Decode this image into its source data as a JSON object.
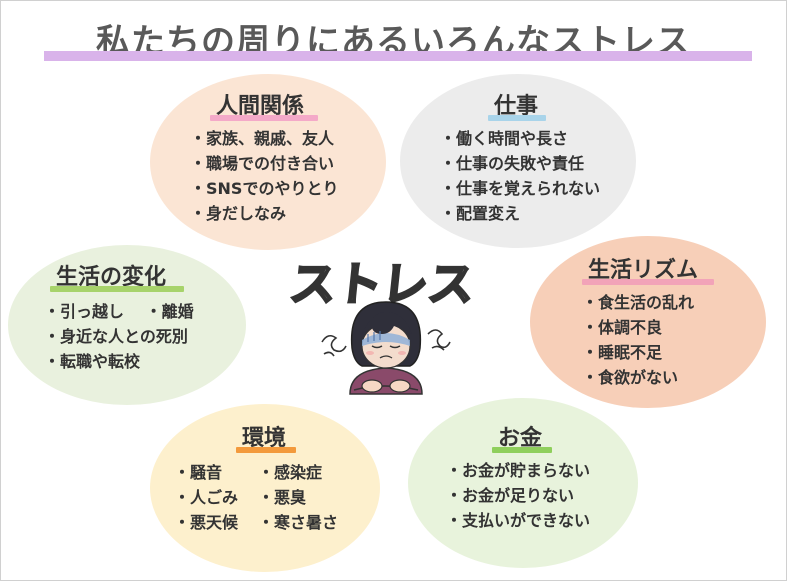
{
  "title": "私たちの周りにあるいろんなストレス",
  "center_text": "ストレス",
  "colors": {
    "title_bar": "#d9b3ea",
    "human_underline": "#f4a9c8",
    "work_underline": "#a9d4ea",
    "life_underline": "#a7d36b",
    "rhythm_underline": "#f2a3b8",
    "env_underline": "#f39a3c",
    "money_underline": "#8fcf5c"
  },
  "bubbles": {
    "human": {
      "label": "人間関係",
      "items": [
        "・家族、親戚、友人",
        "・職場での付き合い",
        "・SNSでのやりとり",
        "・身だしなみ"
      ]
    },
    "work": {
      "label": "仕事",
      "items": [
        "・働く時間や長さ",
        "・仕事の失敗や責任",
        "・仕事を覚えられない",
        "・配置変え"
      ]
    },
    "life": {
      "label": "生活の変化",
      "items": [
        "・引っ越し　 ・離婚",
        "・身近な人との死別",
        "・転職や転校"
      ]
    },
    "rhythm": {
      "label": "生活リズム",
      "items": [
        "・食生活の乱れ",
        "・体調不良",
        "・睡眠不足",
        "・食欲がない"
      ]
    },
    "env": {
      "label": "環境",
      "items": [
        "・騒音",
        "・感染症",
        "・人ごみ",
        "・悪臭",
        "・悪天候",
        "・寒さ暑さ"
      ]
    },
    "money": {
      "label": "お金",
      "items": [
        "・お金が貯まらない",
        "・お金が足りない",
        "・支払いができない"
      ]
    }
  }
}
